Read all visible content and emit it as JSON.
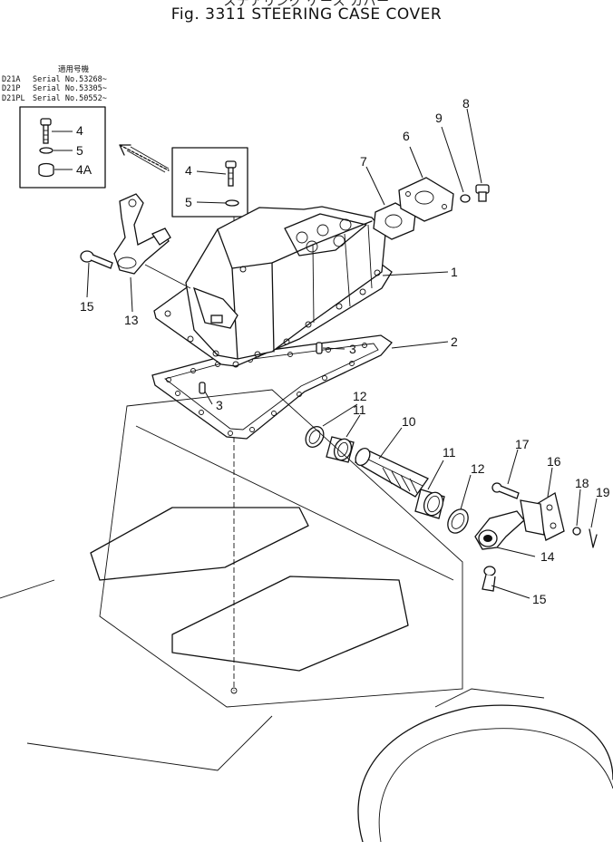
{
  "header": {
    "japanese_title": "ステアリング ケース カバー",
    "title": "Fig. 3311 STEERING CASE COVER"
  },
  "applicability": {
    "heading": "適用号機",
    "rows": [
      {
        "model": "D21A",
        "serial": "Serial No.53268~"
      },
      {
        "model": "D21P",
        "serial": "Serial No.53305~"
      },
      {
        "model": "D21PL",
        "serial": "Serial No.50552~"
      }
    ]
  },
  "callouts": {
    "c1": "1",
    "c2": "2",
    "c3a": "3",
    "c3b": "3",
    "c4_inset_left": "4",
    "c5_inset_left": "5",
    "c4a_inset_left": "4A",
    "c4_inset_mid": "4",
    "c5_inset_mid": "5",
    "c6": "6",
    "c7": "7",
    "c8": "8",
    "c9": "9",
    "c10": "10",
    "c11a": "11",
    "c11b": "11",
    "c12a": "12",
    "c12b": "12",
    "c13": "13",
    "c14": "14",
    "c15a": "15",
    "c15b": "15",
    "c16": "16",
    "c17": "17",
    "c18": "18",
    "c19": "19"
  }
}
